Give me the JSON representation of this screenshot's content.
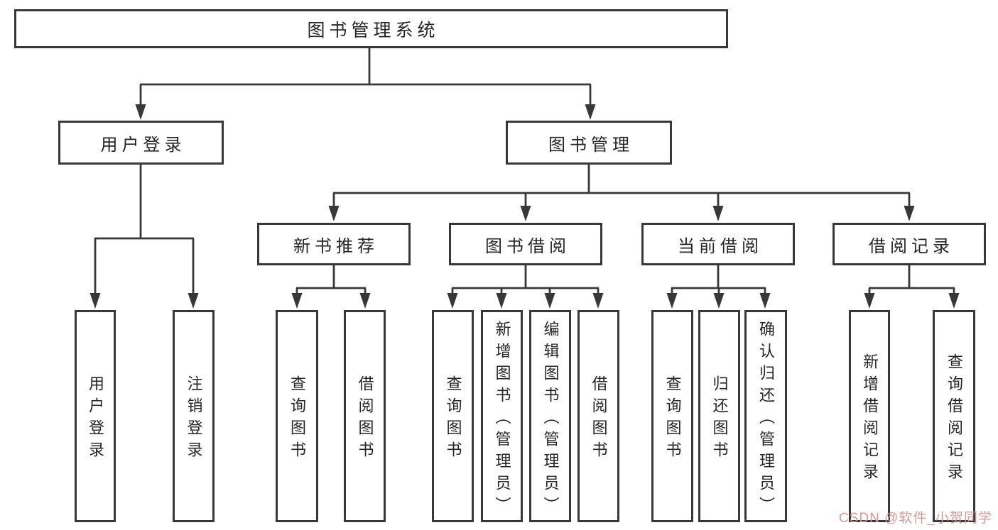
{
  "diagram": {
    "root": "图书管理系统",
    "user_login": {
      "label": "用户登录",
      "children": [
        "用户登录",
        "注销登录"
      ]
    },
    "book_management": {
      "label": "图书管理",
      "sections": [
        {
          "label": "新书推荐",
          "children": [
            "查询图书",
            "借阅图书"
          ]
        },
        {
          "label": "图书借阅",
          "children": [
            "查询图书",
            "新增图书（管理员）",
            "编辑图书（管理员）",
            "借阅图书"
          ]
        },
        {
          "label": "当前借阅",
          "children": [
            "查询图书",
            "归还图书",
            "确认归还（管理员）"
          ]
        },
        {
          "label": "借阅记录",
          "children": [
            "新增借阅记录",
            "查询借阅记录"
          ]
        }
      ]
    }
  },
  "watermark": {
    "text": "CSDN @软件_小贺同学"
  },
  "colors": {
    "line": "#383838",
    "text": "#262626",
    "watermark": "#d59a96",
    "background": "#ffffff"
  }
}
